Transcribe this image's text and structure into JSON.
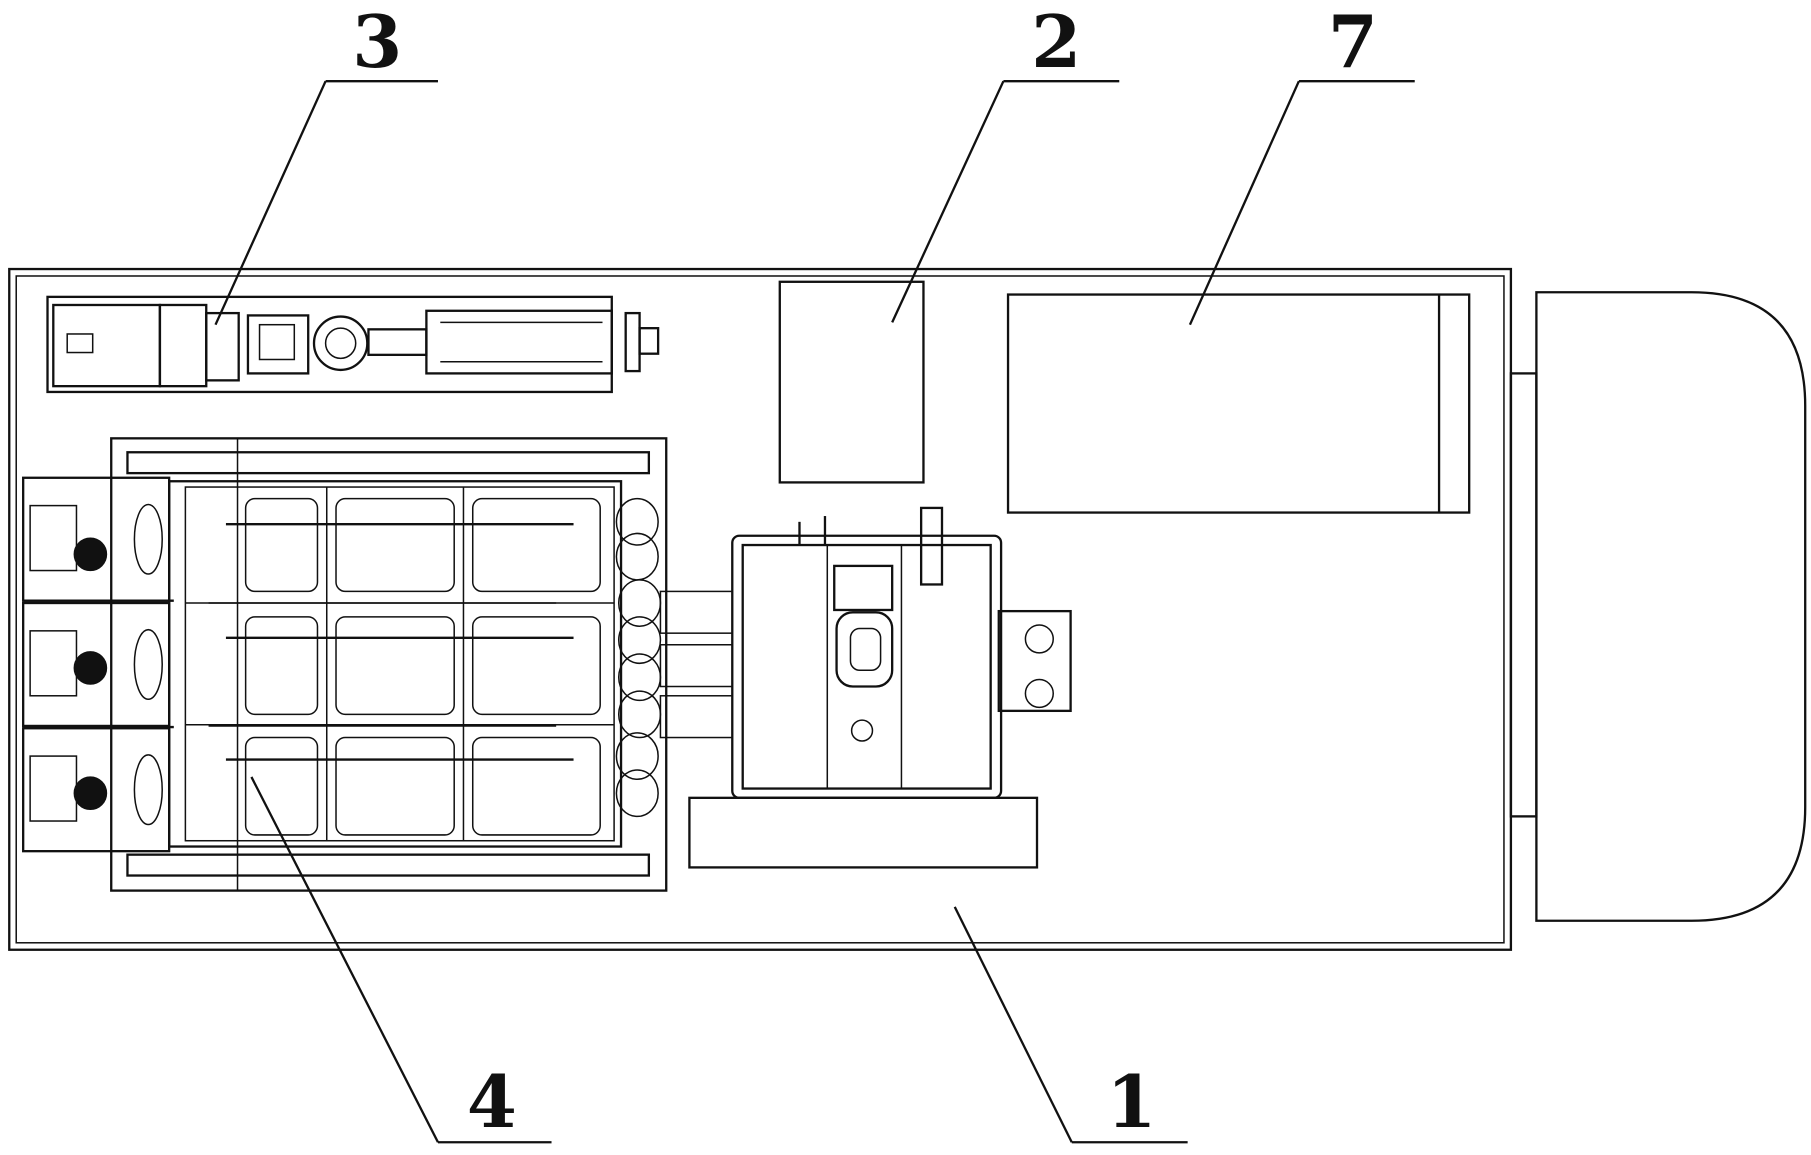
{
  "labels": [
    {
      "id": "1",
      "text": "1"
    },
    {
      "id": "2",
      "text": "2"
    },
    {
      "id": "3",
      "text": "3"
    },
    {
      "id": "4",
      "text": "4"
    },
    {
      "id": "7",
      "text": "7"
    }
  ]
}
